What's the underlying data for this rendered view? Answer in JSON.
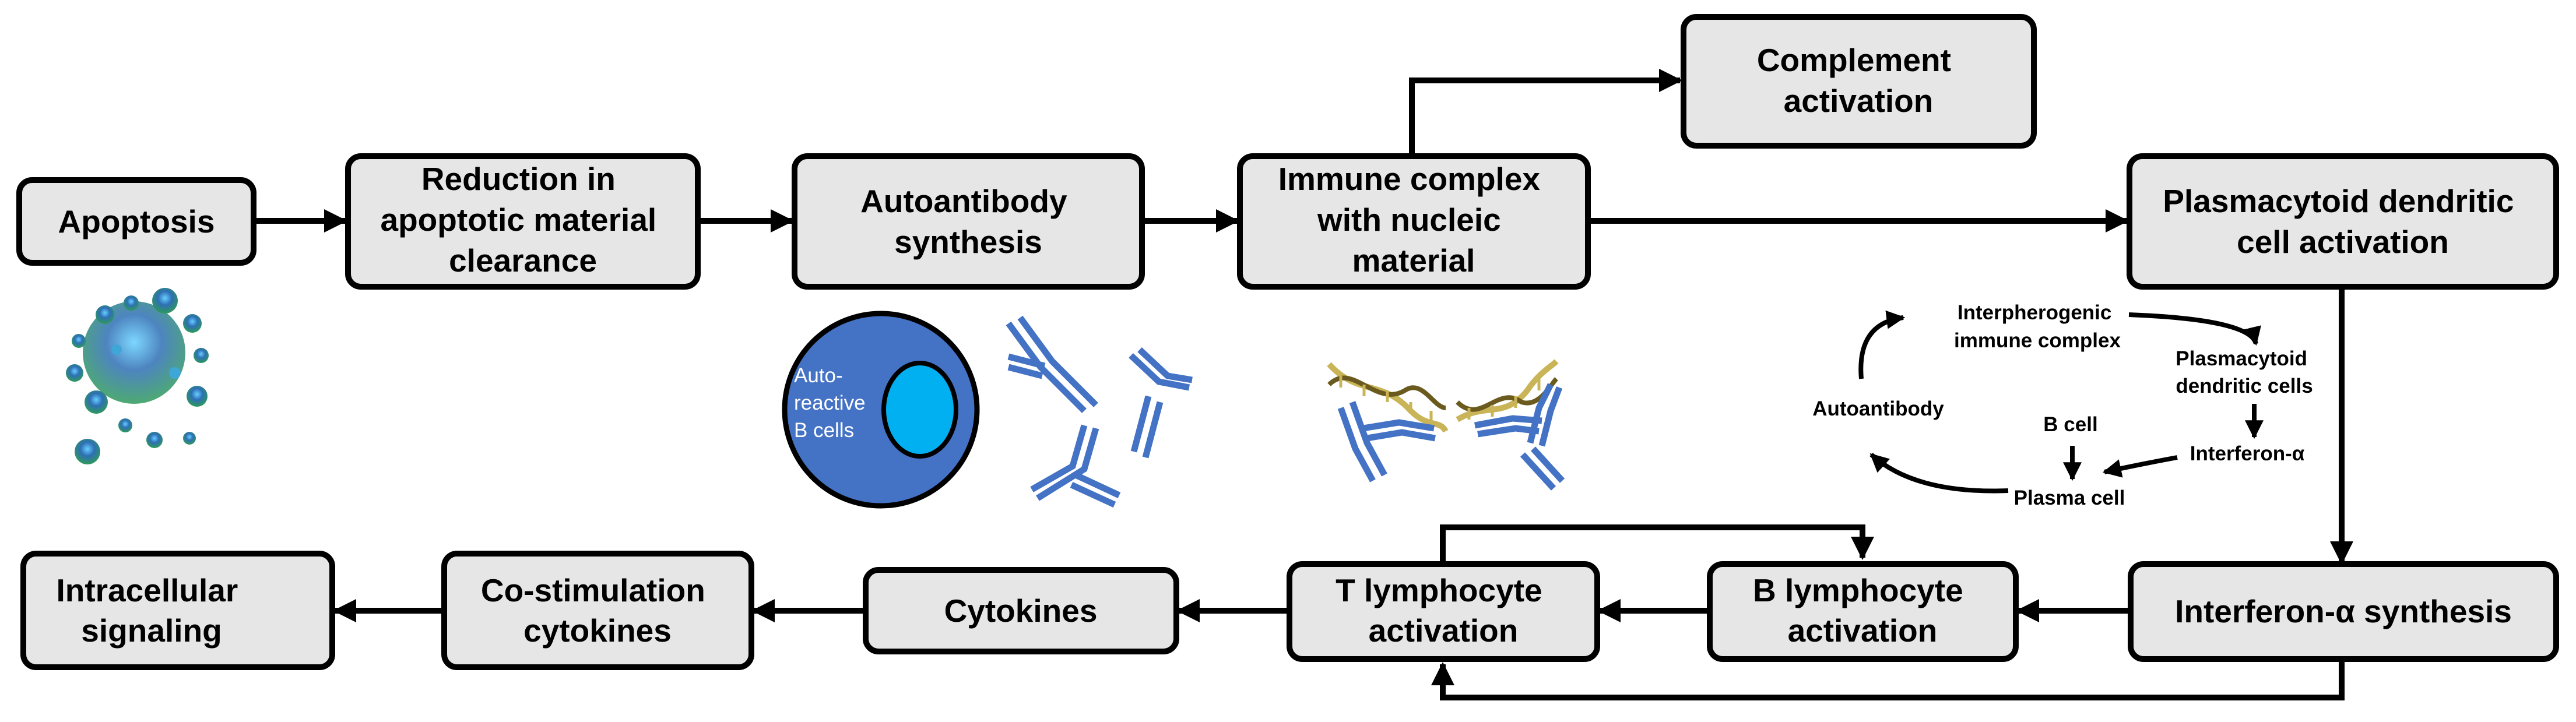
{
  "boxes": {
    "apoptosis": [
      "Apoptosis"
    ],
    "reduction": [
      "Reduction in",
      "apoptotic material",
      "clearance"
    ],
    "autoantibody_synthesis": [
      "Autoantibody",
      "synthesis"
    ],
    "immune_complex": [
      "Immune complex",
      "with nucleic",
      "material"
    ],
    "complement": [
      "Complement",
      "activation"
    ],
    "pdc_activation": [
      "Plasmacytoid dendritic",
      "cell activation"
    ],
    "interferon_synthesis": [
      "Interferon-α synthesis"
    ],
    "b_activation": [
      "B lymphocyte",
      "activation"
    ],
    "t_activation": [
      "T lymphocyte",
      "activation"
    ],
    "cytokines": [
      "Cytokines"
    ],
    "costim": [
      "Co-stimulation",
      "cytokines"
    ],
    "intracellular": [
      "Intracellular",
      "signaling"
    ]
  },
  "cycle": {
    "interpherogenic": [
      "Interpherogenic",
      "immune complex"
    ],
    "pdc": [
      "Plasmacytoid",
      "dendritic cells"
    ],
    "interferon": [
      "Interferon-α"
    ],
    "b_cell": [
      "B cell"
    ],
    "plasma_cell": [
      "Plasma cell"
    ],
    "autoantibody": [
      "Autoantibody"
    ]
  },
  "cell_label": [
    "Auto-",
    "reactive",
    "B cells"
  ],
  "colors": {
    "box_fill": "#e6e6e6",
    "antibody": "#4472c4",
    "cell_outer": "#4472c4",
    "cell_nucleus": "#00b0f0",
    "dna": "#c9b458"
  },
  "icons": {
    "apoptosis": "apoptotic-cell-cluster-icon",
    "b_cell": "b-cell-icon",
    "antibody": "antibody-icon",
    "dna": "dna-helix-icon"
  }
}
